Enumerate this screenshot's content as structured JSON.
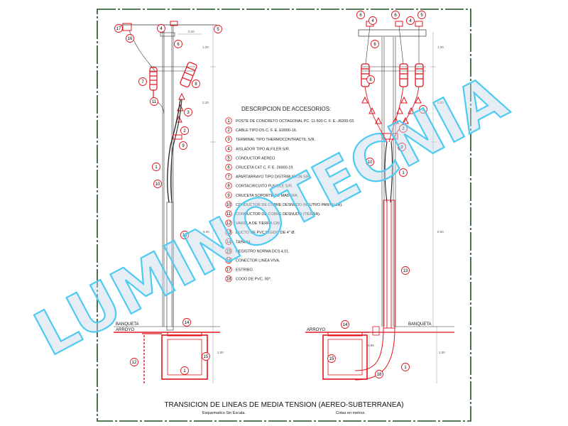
{
  "legend": {
    "heading": "DESCRIPCION DE ACCESORIOS:",
    "items": [
      {
        "num": "1",
        "text": "POSTE DE CONCRETO OCTAGONAL PC. 11-500 C. F. E.-J6200-03."
      },
      {
        "num": "2",
        "text": "CABLE TIPO DS C. F. E. E0000-16."
      },
      {
        "num": "3",
        "text": "TERMINAL TIPO THERMOCONTRACTIL S/R."
      },
      {
        "num": "4",
        "text": "AISLADOR TIPO ALFILER S/R."
      },
      {
        "num": "5",
        "text": "CONDUCTOR AEREO."
      },
      {
        "num": "6",
        "text": "CRUCETA C4T C. F. E. 26900-19."
      },
      {
        "num": "7",
        "text": "APARTARRAYO TIPO DISTRIBUCION S/R."
      },
      {
        "num": "8",
        "text": "CORTACIRCUITO FUSIBLE S/R."
      },
      {
        "num": "9",
        "text": "CRUCETA SOPORTE DE MADERA."
      },
      {
        "num": "10",
        "text": "CONDUCTOR DE COBRE DESNUDO (NEUTRO PANTALLA)."
      },
      {
        "num": "11",
        "text": "CONDUCTOR DE COBRE DESNUDO (TIERRA)."
      },
      {
        "num": "12",
        "text": "VARILLA DE TIERRA CW."
      },
      {
        "num": "13",
        "text": "DUCTO DE PVC RIGIDO DE 4\" Ø."
      },
      {
        "num": "14",
        "text": "TAPA 84."
      },
      {
        "num": "15",
        "text": "REGISTRO NORMA DCS 4.01."
      },
      {
        "num": "16",
        "text": "CONECTOR LINEA VIVA."
      },
      {
        "num": "17",
        "text": "ESTRIBO."
      },
      {
        "num": "18",
        "text": "CODO DE PVC. 90°."
      }
    ]
  },
  "labels": {
    "banqueta": "BANQUETA",
    "arroyo": "ARROYO"
  },
  "dimensions": {
    "d_020": "0.20",
    "d_120": "1.20",
    "d_220": "2.20",
    "d_800": "8.00",
    "d_100": "1.00",
    "d_085": "0.85"
  },
  "title": {
    "main": "TRANSICION DE LINEAS DE MEDIA TENSION (AEREO-SUBTERRANEA)",
    "left_note": "Esquematico Sin Escala.",
    "right_note": "Cotas en metros."
  },
  "watermark": "LUMINOTECNIA",
  "colors": {
    "accent_red": "#e0141e",
    "border_green": "#1e4d1e",
    "watermark_stroke": "#4ecbf2"
  }
}
